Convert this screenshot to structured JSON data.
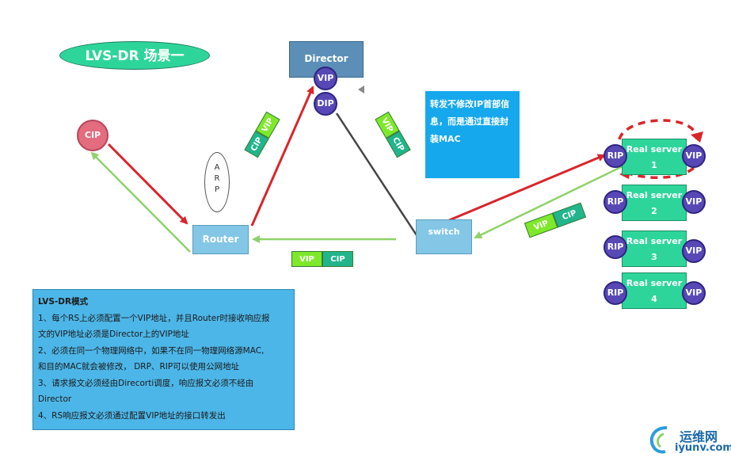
{
  "title": "LVS-DR 场景一",
  "director": {
    "label": "Director",
    "vip": "VIP",
    "dip": "DIP"
  },
  "client": {
    "label": "CIP"
  },
  "arp": {
    "lines": [
      "A",
      "R",
      "P"
    ]
  },
  "router": {
    "label": "Router"
  },
  "switch": {
    "label": "switch"
  },
  "note": {
    "lines": [
      "转发不修改IP首部信",
      "息，而是通过直接封",
      "装MAC"
    ]
  },
  "real_servers": [
    {
      "label": "Real server",
      "num": "1",
      "rip": "RIP",
      "vip": "VIP"
    },
    {
      "label": "Real server",
      "num": "2",
      "rip": "RIP",
      "vip": "VIP"
    },
    {
      "label": "Real server",
      "num": "3",
      "rip": "RIP",
      "vip": "VIP"
    },
    {
      "label": "Real server",
      "num": "4",
      "rip": "RIP",
      "vip": "VIP"
    }
  ],
  "packets": {
    "req_router_director": {
      "a": "CIP",
      "b": "VIP"
    },
    "director_switch": {
      "a": "VIP",
      "b": "CIP"
    },
    "switch_rs": {
      "a": "VIP",
      "b": "CIP"
    },
    "switch_router": {
      "a": "VIP",
      "b": "CIP"
    }
  },
  "info": {
    "heading": "LVS-DR模式",
    "lines": [
      "1、每个RS上必须配置一个VIP地址，并且Router时接收响应报",
      "文的VIP地址必须是Director上的VIP地址",
      "2、必须在同一个物理网络中，如果不在同一物理网络源MAC,",
      "和目的MAC就会被修改， DRP、RIP可以使用公网地址",
      "3、请求报文必须经由Direcorti调度，响应报文必须不经由",
      "Director",
      "4、RS响应报文必须通过配置VIP地址的接口转发出"
    ]
  },
  "watermark": {
    "text": "运维网",
    "url": "iyunv.com"
  },
  "colors": {
    "request": "#d9252a",
    "response": "#8fd16a",
    "direct": "#444444"
  }
}
